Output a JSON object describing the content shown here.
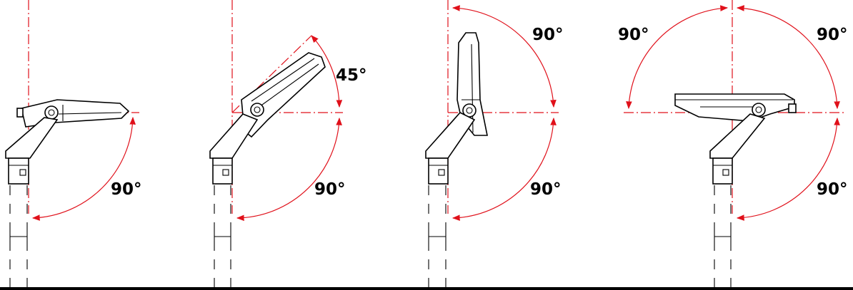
{
  "colors": {
    "dimension": "#e0101a",
    "outline": "#000000",
    "background": "#ffffff"
  },
  "views": [
    {
      "name": "horizontal",
      "labels": {
        "bottom": "90°"
      }
    },
    {
      "name": "tilted-45",
      "labels": {
        "top": "45°",
        "bottom": "90°"
      }
    },
    {
      "name": "vertical",
      "labels": {
        "top": "90°",
        "bottom": "90°"
      }
    },
    {
      "name": "reversed",
      "labels": {
        "top_left": "90°",
        "top_right": "90°",
        "bottom": "90°"
      }
    }
  ]
}
